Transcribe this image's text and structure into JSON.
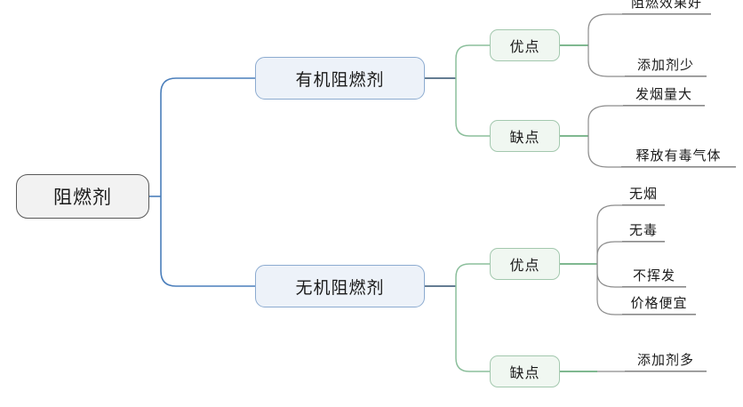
{
  "diagram": {
    "title": "阻燃剂",
    "type": "mind-map",
    "colors": {
      "root_border": "#595959",
      "root_fill": "#f2f2f2",
      "level2_border": "#8cabd0",
      "level2_fill": "#edf2f9",
      "level3_border": "#a3c8ae",
      "level3_fill": "#f0f7f1",
      "leaf_underline": "#888888",
      "connector_blue": "#4a7ebb",
      "connector_green": "#55a06c",
      "connector_gray": "#8c8c8c",
      "text": "#1a1a1a"
    },
    "root": {
      "label": "阻燃剂"
    },
    "branches": [
      {
        "label": "有机阻燃剂",
        "groups": [
          {
            "label": "优点",
            "leaves": [
              {
                "label": "阻燃效果好"
              },
              {
                "label": "添加剂少"
              }
            ]
          },
          {
            "label": "缺点",
            "leaves": [
              {
                "label": "发烟量大"
              },
              {
                "label": "释放有毒气体"
              }
            ]
          }
        ]
      },
      {
        "label": "无机阻燃剂",
        "groups": [
          {
            "label": "优点",
            "leaves": [
              {
                "label": "无烟"
              },
              {
                "label": "无毒"
              },
              {
                "label": "不挥发"
              },
              {
                "label": "价格便宜"
              }
            ]
          },
          {
            "label": "缺点",
            "leaves": [
              {
                "label": "添加剂多"
              }
            ]
          }
        ]
      }
    ]
  }
}
